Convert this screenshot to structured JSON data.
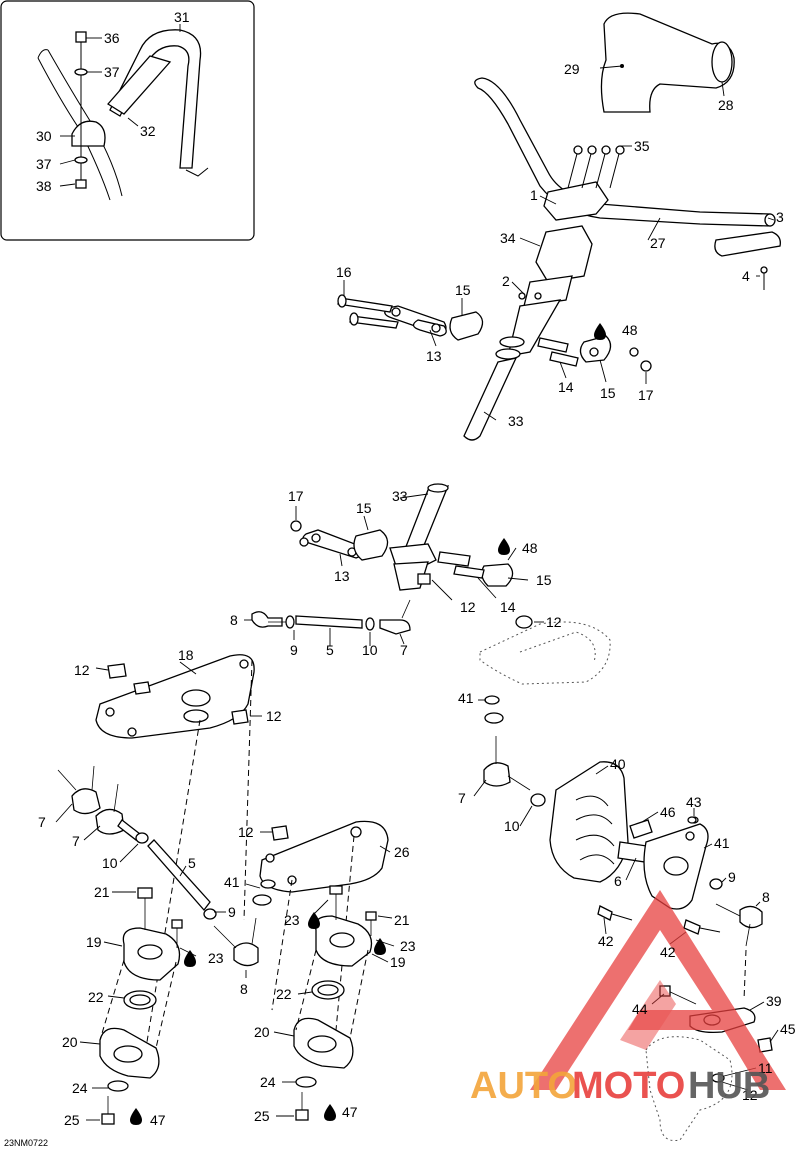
{
  "diagram_code": "23NM0722",
  "watermark": {
    "word_part1": "AUTO",
    "word_part2": "MOTO",
    "word_part3": "HUB",
    "color_orange": "#f3a53a",
    "color_red": "#e8403e",
    "color_gray": "#555555"
  },
  "callouts": {
    "c31": "31",
    "c36": "36",
    "c37a": "37",
    "c32": "32",
    "c30": "30",
    "c37b": "37",
    "c38": "38",
    "c29": "29",
    "c28": "28",
    "c35": "35",
    "c1": "1",
    "c3": "3",
    "c34": "34",
    "c27": "27",
    "c4": "4",
    "c2": "2",
    "c16": "16",
    "c15a": "15",
    "c48a": "48",
    "c13a": "13",
    "c14a": "14",
    "c15b": "15",
    "c17a": "17",
    "c33a": "33",
    "c17b": "17",
    "c33b": "33",
    "c15c": "15",
    "c48b": "48",
    "c13b": "13",
    "c15d": "15",
    "c12a": "12",
    "c14b": "14",
    "c8a": "8",
    "c9a": "9",
    "c5a": "5",
    "c10a": "10",
    "c7a": "7",
    "c12b": "12",
    "c12c": "12",
    "c18": "18",
    "c12d": "12",
    "c41a": "41",
    "c7b": "7",
    "c7c": "7",
    "c10b": "10",
    "c5b": "5",
    "c21a": "21",
    "c9b": "9",
    "c19a": "19",
    "c23a": "23",
    "c8b": "8",
    "c22a": "22",
    "c20a": "20",
    "c24a": "24",
    "c25a": "25",
    "c47a": "47",
    "c12e": "12",
    "c26": "26",
    "c41b": "41",
    "c23b": "23",
    "c21b": "21",
    "c23c": "23",
    "c19b": "19",
    "c22b": "22",
    "c20b": "20",
    "c24b": "24",
    "c25b": "25",
    "c47b": "47",
    "c40": "40",
    "c7d": "7",
    "c10c": "10",
    "c46": "46",
    "c43": "43",
    "c41c": "41",
    "c6": "6",
    "c9c": "9",
    "c8c": "8",
    "c42a": "42",
    "c42b": "42",
    "c44": "44",
    "c39": "39",
    "c45": "45",
    "c11": "11",
    "c12f": "12"
  }
}
